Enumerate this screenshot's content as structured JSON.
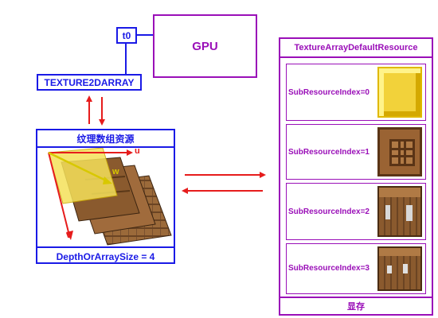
{
  "gpu": {
    "label": "GPU"
  },
  "register": {
    "label": "t0"
  },
  "texture2darray": {
    "label": "TEXTURE2DARRAY"
  },
  "texture_resource": {
    "title": "纹理数组资源",
    "footer": "DepthOrArraySize = 4",
    "axis_u": "u",
    "axis_v": "v",
    "axis_w": "w"
  },
  "default_resource": {
    "title": "TextureArrayDefaultResource",
    "footer": "显存",
    "subresources": [
      {
        "label": "SubResourceIndex=0",
        "icon": "gold-block-texture"
      },
      {
        "label": "SubResourceIndex=1",
        "icon": "crafting-table-top-texture"
      },
      {
        "label": "SubResourceIndex=2",
        "icon": "crafting-table-front-texture"
      },
      {
        "label": "SubResourceIndex=3",
        "icon": "crafting-table-side-texture"
      }
    ]
  },
  "colors": {
    "blue": "#1a1ae6",
    "purple": "#9a0fb8",
    "arrow_red": "#e61c1c"
  }
}
